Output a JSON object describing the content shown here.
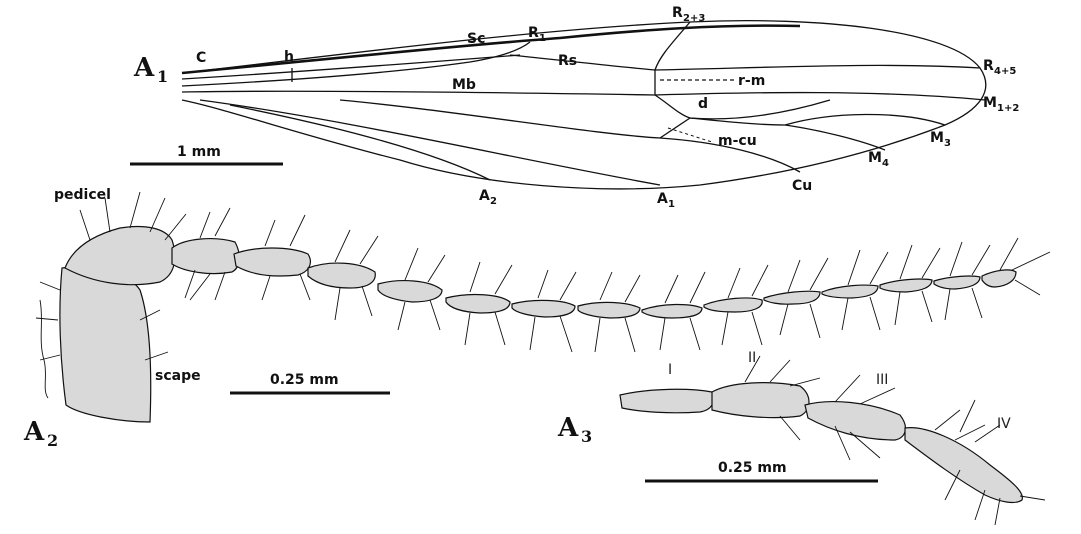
{
  "panels": {
    "a1": {
      "letter": "A",
      "number": "1"
    },
    "a2": {
      "letter": "A",
      "number": "2"
    },
    "a3": {
      "letter": "A",
      "number": "3"
    }
  },
  "wing": {
    "veins": {
      "c": "C",
      "h": "h",
      "sc": "Sc",
      "r1_main": "R",
      "r1_sub": "1",
      "r23_main": "R",
      "r23_sub": "2+3",
      "rs": "Rs",
      "mb": "Mb",
      "rm": "r-m",
      "r45_main": "R",
      "r45_sub": "4+5",
      "d": "d",
      "m12_main": "M",
      "m12_sub": "1+2",
      "mcu": "m-cu",
      "m3_main": "M",
      "m3_sub": "3",
      "m4_main": "M",
      "m4_sub": "4",
      "cu": "Cu",
      "a1_main": "A",
      "a1_sub": "1",
      "a2_main": "A",
      "a2_sub": "2"
    },
    "scale": "1 mm"
  },
  "antenna": {
    "pedicel": "pedicel",
    "scape": "scape",
    "scale": "0.25 mm"
  },
  "detail": {
    "segments": [
      "I",
      "II",
      "III",
      "IV"
    ],
    "scale": "0.25 mm"
  },
  "colors": {
    "ink": "#111111",
    "background": "#ffffff"
  }
}
